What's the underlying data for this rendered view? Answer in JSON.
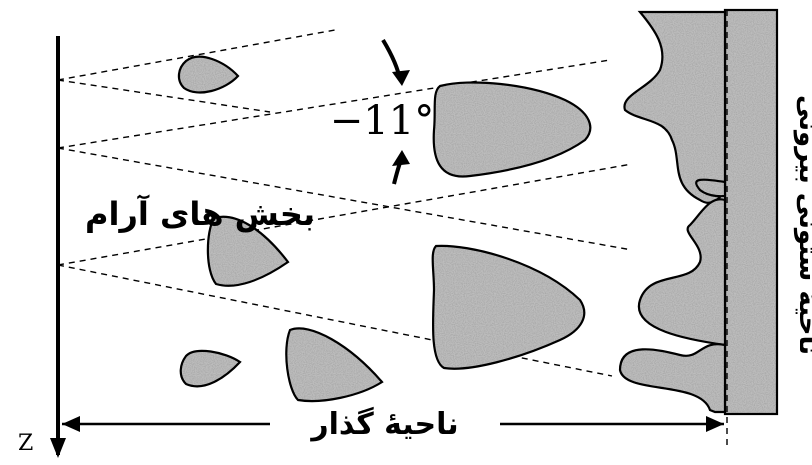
{
  "diagram": {
    "angle_label": "−11°",
    "quiet_zones_label": "بخش های آرام",
    "transition_zone_label": "ناحیهٔ گذار",
    "axis_label": "Z",
    "side_label": "ناحیهٔ ستونی بیرونی"
  }
}
